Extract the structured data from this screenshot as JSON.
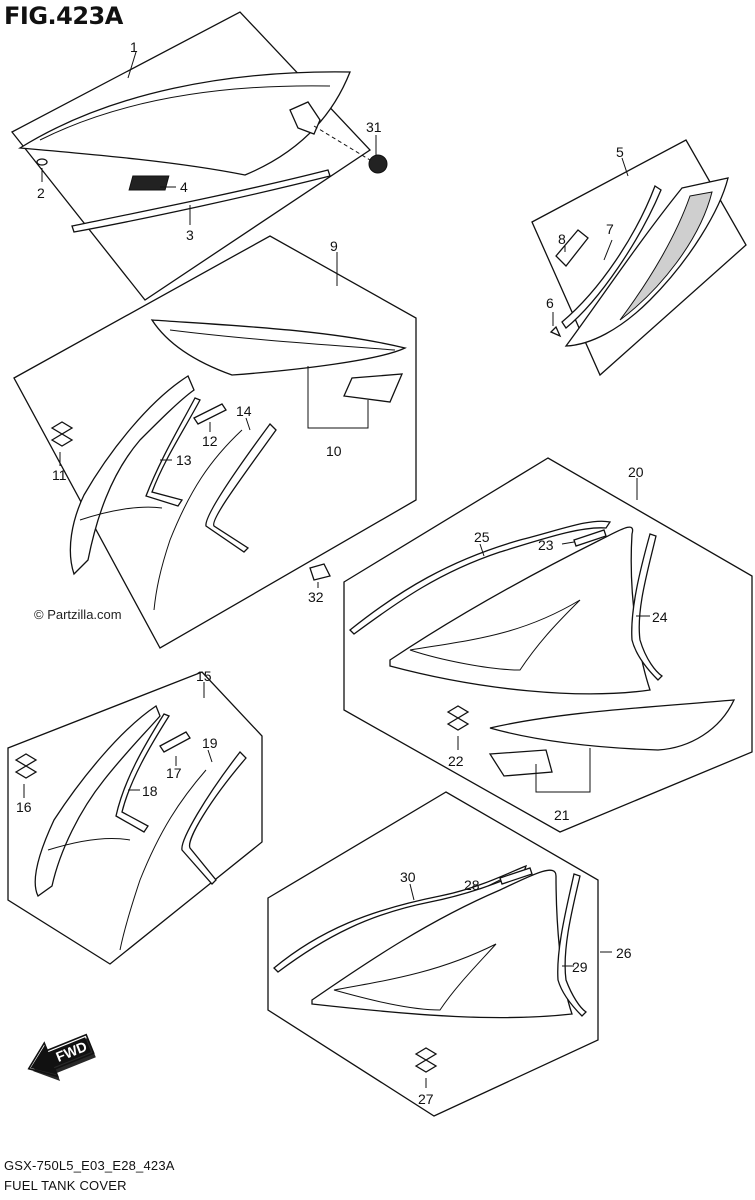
{
  "header": {
    "title": "FIG.423A"
  },
  "watermark": "© Partzilla.com",
  "footer": {
    "code": "GSX-750L5_E03_E28_423A",
    "name": "FUEL TANK COVER"
  },
  "fwd_label": "FWD",
  "callouts": {
    "c1": "1",
    "c2": "2",
    "c3": "3",
    "c4": "4",
    "c5": "5",
    "c6": "6",
    "c7": "7",
    "c8": "8",
    "c9": "9",
    "c10": "10",
    "c11": "11",
    "c12": "12",
    "c13": "13",
    "c14": "14",
    "c15": "15",
    "c16": "16",
    "c17": "17",
    "c18": "18",
    "c19": "19",
    "c20": "20",
    "c21": "21",
    "c22": "22",
    "c23": "23",
    "c24": "24",
    "c25": "25",
    "c26": "26",
    "c27": "27",
    "c28": "28",
    "c29": "29",
    "c30": "30",
    "c31": "31",
    "c32": "32"
  },
  "colors": {
    "line": "#111111",
    "background": "#ffffff"
  }
}
